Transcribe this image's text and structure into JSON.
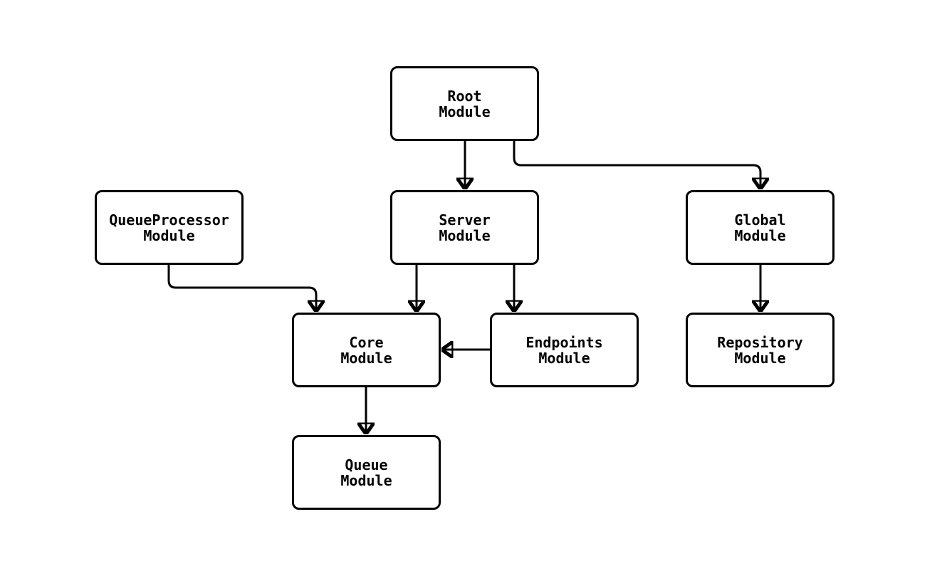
{
  "diagram": {
    "type": "flowchart",
    "colors": {
      "background": "#ffffff",
      "node_fill": "#ffffff",
      "node_border": "#000000",
      "edge": "#000000",
      "text": "#000000"
    },
    "nodes": {
      "root": {
        "label": "Root\nModule"
      },
      "queue_processor": {
        "label": "QueueProcessor\nModule"
      },
      "server": {
        "label": "Server\nModule"
      },
      "global": {
        "label": "Global\nModule"
      },
      "core": {
        "label": "Core\nModule"
      },
      "endpoints": {
        "label": "Endpoints\nModule"
      },
      "repository": {
        "label": "Repository\nModule"
      },
      "queue": {
        "label": "Queue\nModule"
      }
    },
    "edges": [
      {
        "from": "Root Module",
        "to": "Server Module"
      },
      {
        "from": "Root Module",
        "to": "Global Module"
      },
      {
        "from": "QueueProcessor Module",
        "to": "Core Module"
      },
      {
        "from": "Server Module",
        "to": "Core Module"
      },
      {
        "from": "Server Module",
        "to": "Endpoints Module"
      },
      {
        "from": "Endpoints Module",
        "to": "Core Module"
      },
      {
        "from": "Global Module",
        "to": "Repository Module"
      },
      {
        "from": "Core Module",
        "to": "Queue Module"
      }
    ]
  }
}
